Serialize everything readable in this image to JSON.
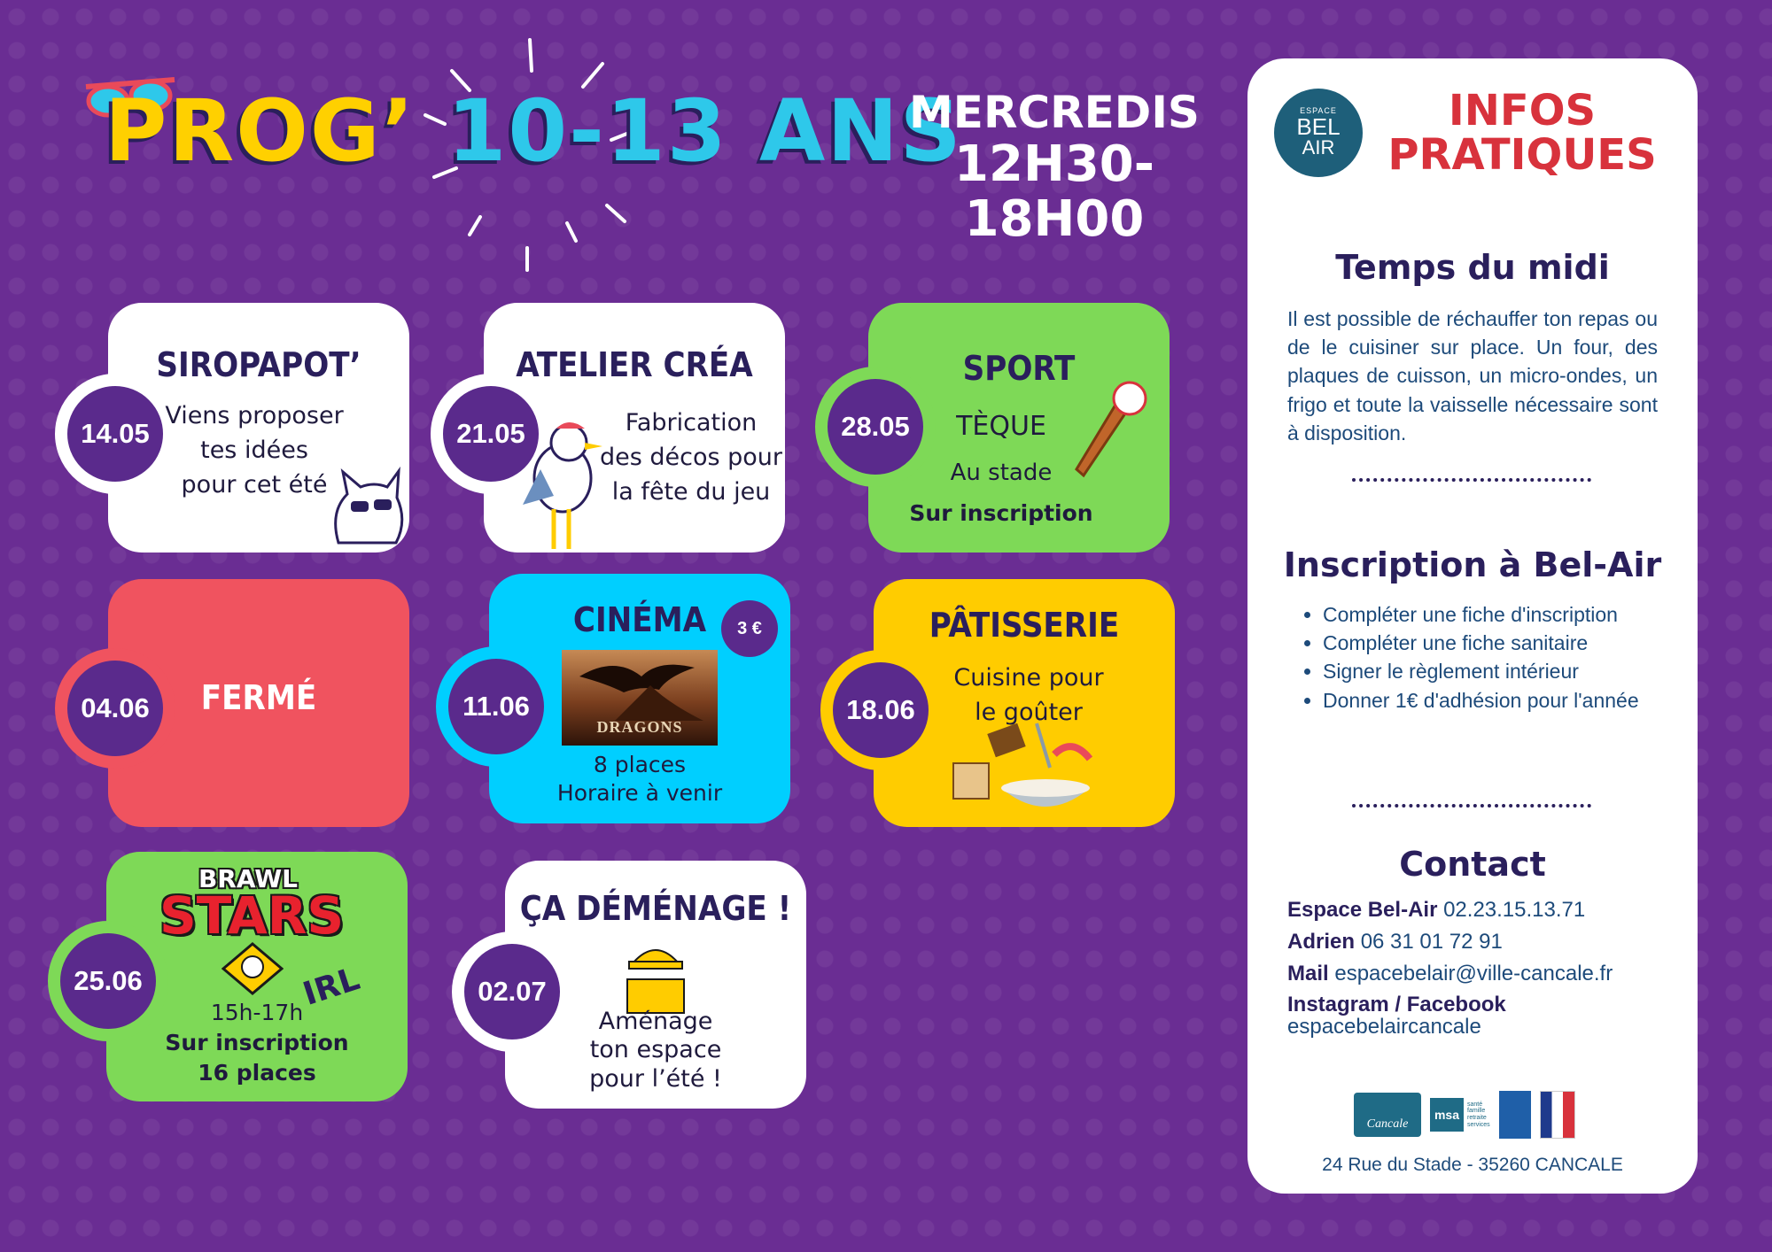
{
  "header": {
    "prog": "PROG’",
    "age": "10-13 ANS",
    "schedule_line1": "MERCREDIS",
    "schedule_line2": "12H30-18H00"
  },
  "events": [
    {
      "date": "14.05",
      "title": "SIROPAPOT’",
      "lines": [
        "Viens proposer",
        "tes idées",
        "pour cet été"
      ],
      "color": "#ffffff"
    },
    {
      "date": "21.05",
      "title": "ATELIER CRÉA",
      "lines": [
        "Fabrication",
        "des décos pour",
        "la fête du jeu"
      ],
      "color": "#ffffff"
    },
    {
      "date": "28.05",
      "title": "SPORT",
      "lines": [
        "TÈQUE",
        "Au stade",
        "Sur inscription"
      ],
      "color": "#7ed957"
    },
    {
      "date": "04.06",
      "title": "FERMÉ",
      "color": "#f0535f"
    },
    {
      "date": "11.06",
      "title": "CINÉMA",
      "price": "3 €",
      "poster_text": "DRAGONS",
      "lines": [
        "8 places",
        "Horaire à venir"
      ],
      "color": "#00cfff"
    },
    {
      "date": "18.06",
      "title": "PÂTISSERIE",
      "lines": [
        "Cuisine pour",
        "le goûter"
      ],
      "color": "#ffcc00"
    },
    {
      "date": "25.06",
      "logo_line1": "BRAWL",
      "logo_line2": "STARS",
      "tag": "IRL",
      "lines": [
        "15h-17h",
        "Sur inscription",
        "16 places"
      ],
      "color": "#7ed957"
    },
    {
      "date": "02.07",
      "title": "ÇA DÉMÉNAGE !",
      "lines": [
        "Aménage",
        "ton espace",
        "pour l’été !"
      ],
      "color": "#ffffff"
    }
  ],
  "info": {
    "logo_small": "ESPACE",
    "logo_big": "BEL",
    "logo_big2": "AIR",
    "title_line1": "INFOS",
    "title_line2": "PRATIQUES",
    "midi_title": "Temps du midi",
    "midi_text": "Il est possible de réchauffer ton repas ou de le cuisiner sur place. Un four, des plaques de cuisson, un micro-ondes, un frigo et toute la vaisselle nécessaire sont à disposition.",
    "reg_title": "Inscription à Bel-Air",
    "reg_items": [
      "Compléter une fiche d'inscription",
      "Compléter une fiche sanitaire",
      "Signer le règlement intérieur",
      "Donner 1€ d'adhésion pour l'année"
    ],
    "contact_title": "Contact",
    "contacts": [
      {
        "label": "Espace Bel-Air",
        "value": "02.23.15.13.71"
      },
      {
        "label": "Adrien",
        "value": "06 31 01 72 91"
      },
      {
        "label": "Mail",
        "value": "espacebelair@ville-cancale.fr"
      },
      {
        "label": "Instagram / Facebook",
        "value": "espacebelaircancale"
      }
    ],
    "partner_cancale": "Cancale",
    "partner_msa": "msa",
    "msa_lines": [
      "santé",
      "famille",
      "retraite",
      "services"
    ],
    "address": "24 Rue du Stade - 35260 CANCALE"
  }
}
